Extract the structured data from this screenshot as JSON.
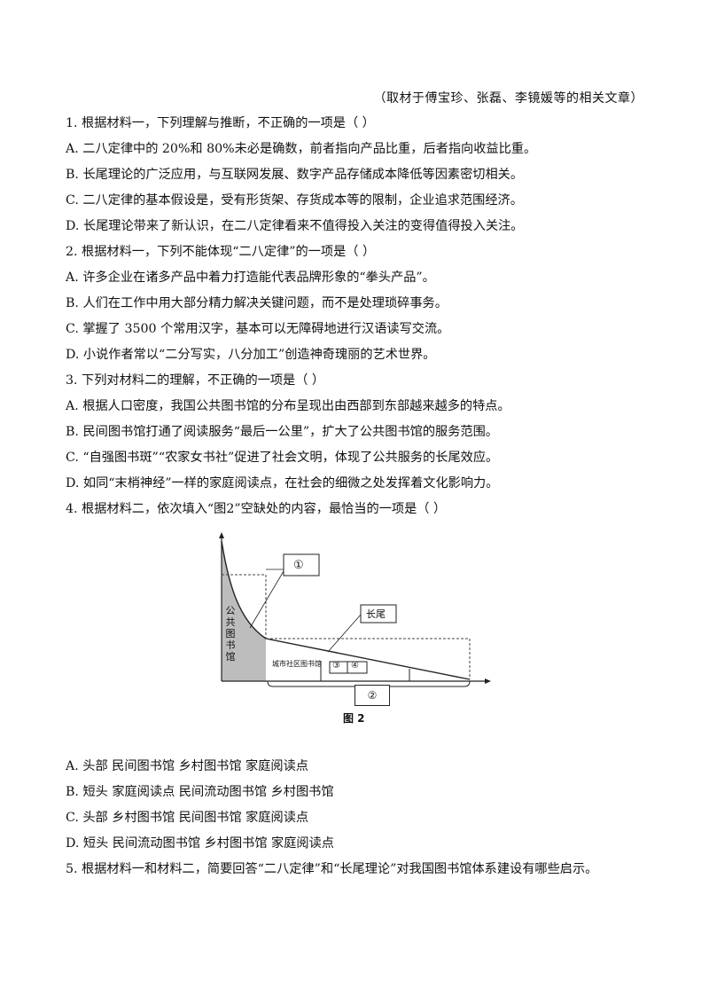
{
  "source_note": "（取材于傅宝珍、张磊、李镜媛等的相关文章）",
  "questions": [
    {
      "stem": "1.  根据材料一，下列理解与推断，不正确的一项是（      ）",
      "options": [
        "A.  二八定律中的 20%和 80%未必是确数，前者指向产品比重，后者指向收益比重。",
        "B.  长尾理论的广泛应用，与互联网发展、数字产品存储成本降低等因素密切相关。",
        "C.  二八定律的基本假设是，受有形货架、存货成本等的限制，企业追求范围经济。",
        "D.  长尾理论带来了新认识，在二八定律看来不值得投入关注的变得值得投入关注。"
      ]
    },
    {
      "stem": "2.  根据材料一，下列不能体现“二八定律”的一项是（      ）",
      "options": [
        "A.  许多企业在诸多产品中着力打造能代表品牌形象的“拳头产品”。",
        "B.  人们在工作中用大部分精力解决关键问题，而不是处理琐碎事务。",
        "C.  掌握了 3500 个常用汉字，基本可以无障碍地进行汉语读写交流。",
        "D.  小说作者常以“二分写实，八分加工”创造神奇瑰丽的艺术世界。"
      ]
    },
    {
      "stem": "3.  下列对材料二的理解，不正确的一项是（      ）",
      "options": [
        "A.  根据人口密度，我国公共图书馆的分布呈现出由西部到东部越来越多的特点。",
        "B.  民间图书馆打通了阅读服务“最后一公里”，扩大了公共图书馆的服务范围。",
        "C.  “自强图书斑”“农家女书社”促进了社会文明，体现了公共服务的长尾效应。",
        "D.  如同“末梢神经”一样的家庭阅读点，在社会的细微之处发挥着文化影响力。"
      ]
    },
    {
      "stem": "4.  根据材料二，依次填入“图2”空缺处的内容，最恰当的一项是（      ）",
      "options": [
        "A.  头部    民间图书馆        乡村图书馆    家庭阅读点",
        "B.  短头    家庭阅读点        民间流动图书馆    乡村图书馆",
        "C.  头部    乡村图书馆        民间图书馆    家庭阅读点",
        "D.  短头    民间流动图书馆    乡村图书馆    家庭阅读点"
      ]
    },
    {
      "stem": "5.  根据材料一和材料二，简要回答“二八定律”和“长尾理论”对我国图书馆体系建设有哪些启示。",
      "options": []
    }
  ],
  "figure": {
    "caption": "图 2",
    "label_circle1": "①",
    "label_longtail": "长尾",
    "label_public_library": [
      "公",
      "共",
      "图",
      "书",
      "馆"
    ],
    "label_community_library": "城市社区图书馆",
    "label_circle3": "③",
    "label_circle4": "④",
    "label_circle2": "②"
  }
}
